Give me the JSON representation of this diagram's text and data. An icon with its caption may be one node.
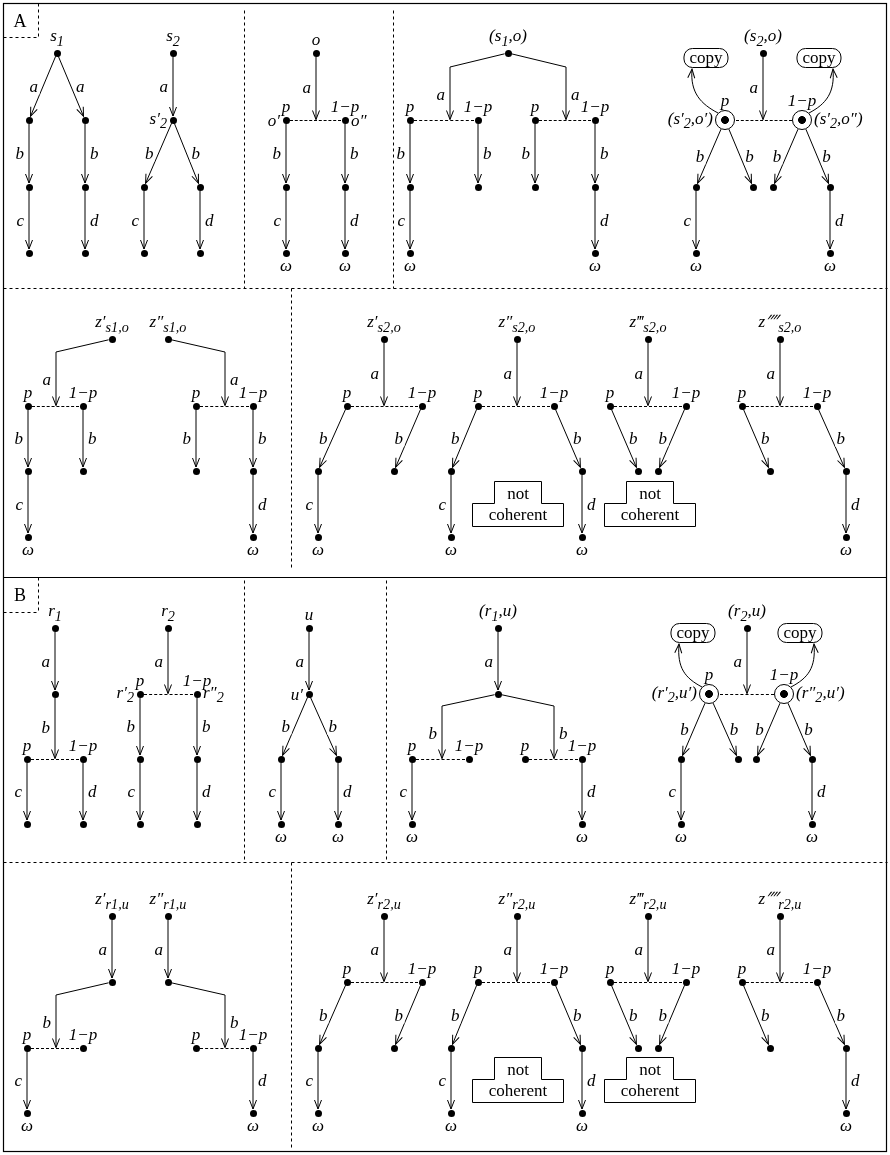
{
  "diagram": {
    "nodes": [
      {
        "text": [],
        "shape": "circle",
        "beside": [
          "s$_{1}$"
        ]
      },
      {
        "text": [],
        "shape": "circle"
      },
      {
        "text": [],
        "shape": "circle"
      },
      {
        "text": [],
        "shape": "circle"
      },
      {
        "text": [],
        "shape": "circle"
      },
      {
        "text": [],
        "shape": "circle"
      },
      {
        "text": [],
        "shape": "circle"
      },
      {
        "text": [],
        "shape": "circle",
        "beside": [
          "s$_{2}$"
        ]
      },
      {
        "text": [],
        "shape": "circle",
        "beside": [
          "s′$_{2}$"
        ]
      },
      {
        "text": [],
        "shape": "circle"
      },
      {
        "text": [],
        "shape": "circle"
      },
      {
        "text": [],
        "shape": "circle"
      },
      {
        "text": [],
        "shape": "circle"
      },
      {
        "text": [],
        "shape": "circle",
        "beside": [
          "o"
        ]
      },
      {
        "text": [],
        "shape": "bar"
      },
      {
        "text": [],
        "shape": "circle",
        "beside": [
          "p",
          "o′"
        ]
      },
      {
        "text": [],
        "shape": "circle",
        "beside": [
          "1−p",
          "o″"
        ]
      },
      {
        "text": [],
        "shape": "circle"
      },
      {
        "text": [],
        "shape": "circle"
      },
      {
        "text": [],
        "shape": "circle",
        "beside": [
          "ω"
        ]
      },
      {
        "text": [],
        "shape": "circle",
        "beside": [
          "ω"
        ]
      },
      {
        "text": [],
        "shape": "circle",
        "beside": [
          "(s$_{1}$,o)"
        ]
      },
      {
        "text": [],
        "shape": "bar"
      },
      {
        "text": [],
        "shape": "circle",
        "beside": [
          "p"
        ]
      },
      {
        "text": [],
        "shape": "circle",
        "beside": [
          "1−p"
        ]
      },
      {
        "text": [],
        "shape": "bar"
      },
      {
        "text": [],
        "shape": "circle",
        "beside": [
          "p"
        ]
      },
      {
        "text": [],
        "shape": "circle",
        "beside": [
          "1−p"
        ]
      },
      {
        "text": [],
        "shape": "circle"
      },
      {
        "text": [],
        "shape": "circle"
      },
      {
        "text": [],
        "shape": "circle"
      },
      {
        "text": [],
        "shape": "circle"
      },
      {
        "text": [],
        "shape": "circle",
        "beside": [
          "ω"
        ]
      },
      {
        "text": [],
        "shape": "circle",
        "beside": [
          "ω"
        ]
      },
      {
        "text": [
          "copy"
        ]
      },
      {
        "text": [],
        "shape": "circle",
        "beside": [
          "(s$_{2}$,o)"
        ]
      },
      {
        "text": [
          "copy"
        ]
      },
      {
        "text": [],
        "shape": "bar"
      },
      {
        "text": [],
        "shape": "circle",
        "beside": [
          "p",
          "(s′$_{2}$,o′)"
        ]
      },
      {
        "text": [],
        "shape": "circle",
        "beside": [
          "1−p",
          "(s′$_{2}$,o″)"
        ]
      },
      {
        "text": [],
        "shape": "circle"
      },
      {
        "text": [],
        "shape": "circle"
      },
      {
        "text": [],
        "shape": "circle"
      },
      {
        "text": [],
        "shape": "circle"
      },
      {
        "text": [],
        "shape": "circle",
        "beside": [
          "ω"
        ]
      },
      {
        "text": [],
        "shape": "circle",
        "beside": [
          "ω"
        ]
      },
      {
        "text": [],
        "shape": "circle",
        "beside": [
          "z′$_{s1,o}$"
        ]
      },
      {
        "text": [],
        "shape": "bar"
      },
      {
        "text": [],
        "shape": "circle",
        "beside": [
          "p"
        ]
      },
      {
        "text": [],
        "shape": "circle",
        "beside": [
          "1−p"
        ]
      },
      {
        "text": [],
        "shape": "circle"
      },
      {
        "text": [],
        "shape": "circle"
      },
      {
        "text": [],
        "shape": "circle",
        "beside": [
          "ω"
        ]
      },
      {
        "text": [],
        "shape": "circle",
        "beside": [
          "z″$_{s1,o}$"
        ]
      },
      {
        "text": [],
        "shape": "bar"
      },
      {
        "text": [],
        "shape": "circle",
        "beside": [
          "p"
        ]
      },
      {
        "text": [],
        "shape": "circle",
        "beside": [
          "1−p"
        ]
      },
      {
        "text": [],
        "shape": "circle"
      },
      {
        "text": [],
        "shape": "circle"
      },
      {
        "text": [],
        "shape": "circle",
        "beside": [
          "ω"
        ]
      },
      {
        "text": [],
        "shape": "circle",
        "beside": [
          "z′$_{s2,o}$"
        ]
      },
      {
        "text": [],
        "shape": "bar"
      },
      {
        "text": [],
        "shape": "circle",
        "beside": [
          "p"
        ]
      },
      {
        "text": [],
        "shape": "circle",
        "beside": [
          "1−p"
        ]
      },
      {
        "text": [],
        "shape": "circle"
      },
      {
        "text": [],
        "shape": "circle"
      },
      {
        "text": [],
        "shape": "circle",
        "beside": [
          "ω"
        ]
      },
      {
        "text": [],
        "shape": "circle",
        "beside": [
          "z″$_{s2,o}$"
        ]
      },
      {
        "text": [],
        "shape": "bar"
      },
      {
        "text": [],
        "shape": "circle",
        "beside": [
          "p"
        ]
      },
      {
        "text": [],
        "shape": "circle",
        "beside": [
          "1−p"
        ]
      },
      {
        "text": [],
        "shape": "circle"
      },
      {
        "text": [],
        "shape": "circle"
      },
      {
        "text": [],
        "shape": "circle",
        "beside": [
          "ω"
        ]
      },
      {
        "text": [],
        "shape": "circle",
        "beside": [
          "ω"
        ]
      },
      {
        "text": [
          "not coherent"
        ]
      },
      {
        "text": [],
        "shape": "circle",
        "beside": [
          "z‴$_{s2,o}$"
        ]
      },
      {
        "text": [],
        "shape": "bar"
      },
      {
        "text": [],
        "shape": "circle",
        "beside": [
          "p"
        ]
      },
      {
        "text": [],
        "shape": "circle",
        "beside": [
          "1−p"
        ]
      },
      {
        "text": [],
        "shape": "circle"
      },
      {
        "text": [],
        "shape": "circle"
      },
      {
        "text": [
          "not coherent"
        ]
      },
      {
        "text": [],
        "shape": "circle",
        "beside": [
          "z⁗$_{s2,o}$"
        ]
      },
      {
        "text": [],
        "shape": "bar"
      },
      {
        "text": [],
        "shape": "circle",
        "beside": [
          "p"
        ]
      },
      {
        "text": [],
        "shape": "circle",
        "beside": [
          "1−p"
        ]
      },
      {
        "text": [],
        "shape": "circle"
      },
      {
        "text": [],
        "shape": "circle"
      },
      {
        "text": [],
        "shape": "circle",
        "beside": [
          "ω"
        ]
      },
      {
        "text": [],
        "shape": "circle",
        "beside": [
          "r$_{1}$"
        ]
      },
      {
        "text": [],
        "shape": "circle"
      },
      {
        "text": [],
        "shape": "bar"
      },
      {
        "text": [],
        "shape": "circle",
        "beside": [
          "p"
        ]
      },
      {
        "text": [],
        "shape": "circle",
        "beside": [
          "1−p"
        ]
      },
      {
        "text": [],
        "shape": "circle"
      },
      {
        "text": [],
        "shape": "circle"
      },
      {
        "text": [],
        "shape": "circle",
        "beside": [
          "r$_{2}$"
        ]
      },
      {
        "text": [],
        "shape": "bar"
      },
      {
        "text": [],
        "shape": "circle",
        "beside": [
          "p",
          "r′$_{2}$"
        ]
      },
      {
        "text": [],
        "shape": "circle",
        "beside": [
          "1−p",
          "r″$_{2}$"
        ]
      },
      {
        "text": [],
        "shape": "circle"
      },
      {
        "text": [],
        "shape": "circle"
      },
      {
        "text": [],
        "shape": "circle"
      },
      {
        "text": [],
        "shape": "circle"
      },
      {
        "text": [],
        "shape": "circle",
        "beside": [
          "u"
        ]
      },
      {
        "text": [],
        "shape": "circle",
        "beside": [
          "u′"
        ]
      },
      {
        "text": [],
        "shape": "circle"
      },
      {
        "text": [],
        "shape": "circle"
      },
      {
        "text": [],
        "shape": "circle",
        "beside": [
          "ω"
        ]
      },
      {
        "text": [],
        "shape": "circle",
        "beside": [
          "ω"
        ]
      },
      {
        "text": [],
        "shape": "circle",
        "beside": [
          "(r$_{1}$,u)"
        ]
      },
      {
        "text": [],
        "shape": "circle"
      },
      {
        "text": [],
        "shape": "bar"
      },
      {
        "text": [],
        "shape": "circle",
        "beside": [
          "p"
        ]
      },
      {
        "text": [],
        "shape": "circle",
        "beside": [
          "1−p"
        ]
      },
      {
        "text": [],
        "shape": "bar"
      },
      {
        "text": [],
        "shape": "circle",
        "beside": [
          "p"
        ]
      },
      {
        "text": [],
        "shape": "circle",
        "beside": [
          "1−p"
        ]
      },
      {
        "text": [],
        "shape": "circle",
        "beside": [
          "ω"
        ]
      },
      {
        "text": [],
        "shape": "circle",
        "beside": [
          "ω"
        ]
      },
      {
        "text": [
          "copy"
        ]
      },
      {
        "text": [],
        "shape": "circle",
        "beside": [
          "(r$_{2}$,u)"
        ]
      },
      {
        "text": [
          "copy"
        ]
      },
      {
        "text": [],
        "shape": "bar"
      },
      {
        "text": [],
        "shape": "circle",
        "beside": [
          "p",
          "(r′$_{2}$,u′)"
        ]
      },
      {
        "text": [],
        "shape": "circle",
        "beside": [
          "1−p",
          "(r″$_{2}$,u′)"
        ]
      },
      {
        "text": [],
        "shape": "circle"
      },
      {
        "text": [],
        "shape": "circle"
      },
      {
        "text": [],
        "shape": "circle"
      },
      {
        "text": [],
        "shape": "circle"
      },
      {
        "text": [],
        "shape": "circle",
        "beside": [
          "ω"
        ]
      },
      {
        "text": [],
        "shape": "circle",
        "beside": [
          "ω"
        ]
      },
      {
        "text": [],
        "shape": "circle",
        "beside": [
          "z′$_{r1,u}$"
        ]
      },
      {
        "text": [],
        "shape": "circle"
      },
      {
        "text": [],
        "shape": "bar"
      },
      {
        "text": [],
        "shape": "circle",
        "beside": [
          "p"
        ]
      },
      {
        "text": [],
        "shape": "circle",
        "beside": [
          "1−p"
        ]
      },
      {
        "text": [],
        "shape": "circle",
        "beside": [
          "ω"
        ]
      },
      {
        "text": [],
        "shape": "circle",
        "beside": [
          "z″$_{r1,u}$"
        ]
      },
      {
        "text": [],
        "shape": "circle"
      },
      {
        "text": [],
        "shape": "bar"
      },
      {
        "text": [],
        "shape": "circle",
        "beside": [
          "p"
        ]
      },
      {
        "text": [],
        "shape": "circle",
        "beside": [
          "1−p"
        ]
      },
      {
        "text": [],
        "shape": "circle",
        "beside": [
          "ω"
        ]
      },
      {
        "text": [],
        "shape": "circle",
        "beside": [
          "z′$_{r2,u}$"
        ]
      },
      {
        "text": [],
        "shape": "bar"
      },
      {
        "text": [],
        "shape": "circle",
        "beside": [
          "p"
        ]
      },
      {
        "text": [],
        "shape": "circle",
        "beside": [
          "1−p"
        ]
      },
      {
        "text": [],
        "shape": "circle"
      },
      {
        "text": [],
        "shape": "circle"
      },
      {
        "text": [],
        "shape": "circle",
        "beside": [
          "ω"
        ]
      },
      {
        "text": [],
        "shape": "circle",
        "beside": [
          "z″$_{r2,u}$"
        ]
      },
      {
        "text": [],
        "shape": "bar"
      },
      {
        "text": [],
        "shape": "circle",
        "beside": [
          "p"
        ]
      },
      {
        "text": [],
        "shape": "circle",
        "beside": [
          "1−p"
        ]
      },
      {
        "text": [],
        "shape": "circle"
      },
      {
        "text": [],
        "shape": "circle"
      },
      {
        "text": [],
        "shape": "circle",
        "beside": [
          "ω"
        ]
      },
      {
        "text": [],
        "shape": "circle",
        "beside": [
          "ω"
        ]
      },
      {
        "text": [
          "not coherent"
        ]
      },
      {
        "text": [],
        "shape": "circle",
        "beside": [
          "z‴$_{r2,u}$"
        ]
      },
      {
        "text": [],
        "shape": "bar"
      },
      {
        "text": [],
        "shape": "circle",
        "beside": [
          "p"
        ]
      },
      {
        "text": [],
        "shape": "circle",
        "beside": [
          "1−p"
        ]
      },
      {
        "text": [],
        "shape": "circle"
      },
      {
        "text": [],
        "shape": "circle"
      },
      {
        "text": [
          "not coherent"
        ]
      },
      {
        "text": [],
        "shape": "circle",
        "beside": [
          "z⁗$_{r2,u}$"
        ]
      },
      {
        "text": [],
        "shape": "bar"
      },
      {
        "text": [],
        "shape": "circle",
        "beside": [
          "p"
        ]
      },
      {
        "text": [],
        "shape": "circle",
        "beside": [
          "1−p"
        ]
      },
      {
        "text": [],
        "shape": "circle"
      },
      {
        "text": [],
        "shape": "circle"
      },
      {
        "text": [],
        "shape": "circle",
        "beside": [
          "ω"
        ]
      }
    ],
    "edges": [
      {
        "from": 0,
        "to": 1,
        "arrow": "to",
        "label": "a"
      },
      {
        "from": 0,
        "to": 2,
        "arrow": "to",
        "label": "a"
      },
      {
        "from": 1,
        "to": 3,
        "arrow": "to",
        "label": "b"
      },
      {
        "from": 2,
        "to": 4,
        "arrow": "to",
        "label": "b"
      },
      {
        "from": 3,
        "to": 5,
        "arrow": "to",
        "label": "c"
      },
      {
        "from": 4,
        "to": 6,
        "arrow": "to",
        "label": "d"
      },
      {
        "from": 7,
        "to": 8,
        "arrow": "to",
        "label": "a"
      },
      {
        "from": 8,
        "to": 9,
        "arrow": "to",
        "label": "b"
      },
      {
        "from": 8,
        "to": 10,
        "arrow": "to",
        "label": "b"
      },
      {
        "from": 9,
        "to": 11,
        "arrow": "to",
        "label": "c"
      },
      {
        "from": 10,
        "to": 12,
        "arrow": "to",
        "label": "d"
      },
      {
        "from": 13,
        "to": 14,
        "arrow": "to",
        "label": "a"
      },
      {
        "from": 15,
        "to": 17,
        "arrow": "to",
        "label": "b"
      },
      {
        "from": 16,
        "to": 18,
        "arrow": "to",
        "label": "b"
      },
      {
        "from": 17,
        "to": 19,
        "arrow": "to",
        "label": "c"
      },
      {
        "from": 18,
        "to": 20,
        "arrow": "to",
        "label": "d"
      },
      {
        "from": 21,
        "to": 22,
        "arrow": "to",
        "label": "a"
      },
      {
        "from": 21,
        "to": 25,
        "arrow": "to",
        "label": "a"
      },
      {
        "from": 23,
        "to": 28,
        "arrow": "to",
        "label": "b"
      },
      {
        "from": 24,
        "to": 29,
        "arrow": "to",
        "label": "b"
      },
      {
        "from": 26,
        "to": 30,
        "arrow": "to",
        "label": "b"
      },
      {
        "from": 27,
        "to": 31,
        "arrow": "to",
        "label": "b"
      },
      {
        "from": 28,
        "to": 32,
        "arrow": "to",
        "label": "c"
      },
      {
        "from": 31,
        "to": 33,
        "arrow": "to",
        "label": "d"
      },
      {
        "from": 35,
        "to": 37,
        "arrow": "to",
        "label": "a"
      },
      {
        "from": 38,
        "to": 34,
        "arrow": "to"
      },
      {
        "from": 39,
        "to": 36,
        "arrow": "to"
      },
      {
        "from": 38,
        "to": 40,
        "arrow": "to",
        "label": "b"
      },
      {
        "from": 38,
        "to": 41,
        "arrow": "to",
        "label": "b"
      },
      {
        "from": 39,
        "to": 42,
        "arrow": "to",
        "label": "b"
      },
      {
        "from": 39,
        "to": 43,
        "arrow": "to",
        "label": "b"
      },
      {
        "from": 40,
        "to": 44,
        "arrow": "to",
        "label": "c"
      },
      {
        "from": 43,
        "to": 45,
        "arrow": "to",
        "label": "d"
      },
      {
        "from": 46,
        "to": 47,
        "arrow": "to",
        "label": "a"
      },
      {
        "from": 48,
        "to": 50,
        "arrow": "to",
        "label": "b"
      },
      {
        "from": 49,
        "to": 51,
        "arrow": "to",
        "label": "b"
      },
      {
        "from": 50,
        "to": 52,
        "arrow": "to",
        "label": "c"
      },
      {
        "from": 53,
        "to": 54,
        "arrow": "to",
        "label": "a"
      },
      {
        "from": 55,
        "to": 57,
        "arrow": "to",
        "label": "b"
      },
      {
        "from": 56,
        "to": 58,
        "arrow": "to",
        "label": "b"
      },
      {
        "from": 58,
        "to": 59,
        "arrow": "to",
        "label": "d"
      },
      {
        "from": 60,
        "to": 61,
        "arrow": "to",
        "label": "a"
      },
      {
        "from": 62,
        "to": 64,
        "arrow": "to",
        "label": "b"
      },
      {
        "from": 63,
        "to": 65,
        "arrow": "to",
        "label": "b"
      },
      {
        "from": 64,
        "to": 66,
        "arrow": "to",
        "label": "c"
      },
      {
        "from": 67,
        "to": 68,
        "arrow": "to",
        "label": "a"
      },
      {
        "from": 69,
        "to": 71,
        "arrow": "to",
        "label": "b"
      },
      {
        "from": 70,
        "to": 72,
        "arrow": "to",
        "label": "b"
      },
      {
        "from": 71,
        "to": 73,
        "arrow": "to",
        "label": "c"
      },
      {
        "from": 72,
        "to": 74,
        "arrow": "to",
        "label": "d"
      },
      {
        "from": 76,
        "to": 77,
        "arrow": "to",
        "label": "a"
      },
      {
        "from": 78,
        "to": 80,
        "arrow": "to",
        "label": "b"
      },
      {
        "from": 79,
        "to": 81,
        "arrow": "to",
        "label": "b"
      },
      {
        "from": 83,
        "to": 84,
        "arrow": "to",
        "label": "a"
      },
      {
        "from": 85,
        "to": 87,
        "arrow": "to",
        "label": "b"
      },
      {
        "from": 86,
        "to": 88,
        "arrow": "to",
        "label": "b"
      },
      {
        "from": 88,
        "to": 89,
        "arrow": "to",
        "label": "d"
      },
      {
        "from": 90,
        "to": 91,
        "arrow": "to",
        "label": "a"
      },
      {
        "from": 91,
        "to": 92,
        "arrow": "to",
        "label": "b"
      },
      {
        "from": 93,
        "to": 95,
        "arrow": "to",
        "label": "c"
      },
      {
        "from": 94,
        "to": 96,
        "arrow": "to",
        "label": "d"
      },
      {
        "from": 97,
        "to": 98,
        "arrow": "to",
        "label": "a"
      },
      {
        "from": 99,
        "to": 101,
        "arrow": "to",
        "label": "b"
      },
      {
        "from": 100,
        "to": 102,
        "arrow": "to",
        "label": "b"
      },
      {
        "from": 101,
        "to": 103,
        "arrow": "to",
        "label": "c"
      },
      {
        "from": 102,
        "to": 104,
        "arrow": "to",
        "label": "d"
      },
      {
        "from": 105,
        "to": 106,
        "arrow": "to",
        "label": "a"
      },
      {
        "from": 106,
        "to": 107,
        "arrow": "to",
        "label": "b"
      },
      {
        "from": 106,
        "to": 108,
        "arrow": "to",
        "label": "b"
      },
      {
        "from": 107,
        "to": 109,
        "arrow": "to",
        "label": "c"
      },
      {
        "from": 108,
        "to": 110,
        "arrow": "to",
        "label": "d"
      },
      {
        "from": 111,
        "to": 112,
        "arrow": "to",
        "label": "a"
      },
      {
        "from": 112,
        "to": 113,
        "arrow": "to",
        "label": "b"
      },
      {
        "from": 112,
        "to": 116,
        "arrow": "to",
        "label": "b"
      },
      {
        "from": 114,
        "to": 119,
        "arrow": "to",
        "label": "c"
      },
      {
        "from": 118,
        "to": 120,
        "arrow": "to",
        "label": "d"
      },
      {
        "from": 122,
        "to": 124,
        "arrow": "to",
        "label": "a"
      },
      {
        "from": 125,
        "to": 121,
        "arrow": "to"
      },
      {
        "from": 126,
        "to": 123,
        "arrow": "to"
      },
      {
        "from": 125,
        "to": 127,
        "arrow": "to",
        "label": "b"
      },
      {
        "from": 125,
        "to": 128,
        "arrow": "to",
        "label": "b"
      },
      {
        "from": 126,
        "to": 129,
        "arrow": "to",
        "label": "b"
      },
      {
        "from": 126,
        "to": 130,
        "arrow": "to",
        "label": "b"
      },
      {
        "from": 127,
        "to": 131,
        "arrow": "to",
        "label": "c"
      },
      {
        "from": 130,
        "to": 132,
        "arrow": "to",
        "label": "d"
      },
      {
        "from": 133,
        "to": 134,
        "arrow": "to",
        "label": "a"
      },
      {
        "from": 134,
        "to": 135,
        "arrow": "to",
        "label": "b"
      },
      {
        "from": 136,
        "to": 138,
        "arrow": "to",
        "label": "c"
      },
      {
        "from": 139,
        "to": 140,
        "arrow": "to",
        "label": "a"
      },
      {
        "from": 140,
        "to": 141,
        "arrow": "to",
        "label": "b"
      },
      {
        "from": 143,
        "to": 144,
        "arrow": "to",
        "label": "d"
      },
      {
        "from": 145,
        "to": 146,
        "arrow": "to",
        "label": "a"
      },
      {
        "from": 147,
        "to": 149,
        "arrow": "to",
        "label": "b"
      },
      {
        "from": 148,
        "to": 150,
        "arrow": "to",
        "label": "b"
      },
      {
        "from": 149,
        "to": 151,
        "arrow": "to",
        "label": "c"
      },
      {
        "from": 152,
        "to": 153,
        "arrow": "to",
        "label": "a"
      },
      {
        "from": 154,
        "to": 156,
        "arrow": "to",
        "label": "b"
      },
      {
        "from": 155,
        "to": 157,
        "arrow": "to",
        "label": "b"
      },
      {
        "from": 156,
        "to": 158,
        "arrow": "to",
        "label": "c"
      },
      {
        "from": 157,
        "to": 159,
        "arrow": "to",
        "label": "d"
      },
      {
        "from": 161,
        "to": 162,
        "arrow": "to",
        "label": "a"
      },
      {
        "from": 163,
        "to": 165,
        "arrow": "to",
        "label": "b"
      },
      {
        "from": 164,
        "to": 166,
        "arrow": "to",
        "label": "b"
      },
      {
        "from": 168,
        "to": 169,
        "arrow": "to",
        "label": "a"
      },
      {
        "from": 170,
        "to": 172,
        "arrow": "to",
        "label": "b"
      },
      {
        "from": 171,
        "to": 173,
        "arrow": "to",
        "label": "b"
      },
      {
        "from": 173,
        "to": 174,
        "arrow": "to",
        "label": "d"
      }
    ],
    "labels": [
      "A",
      "B"
    ]
  }
}
